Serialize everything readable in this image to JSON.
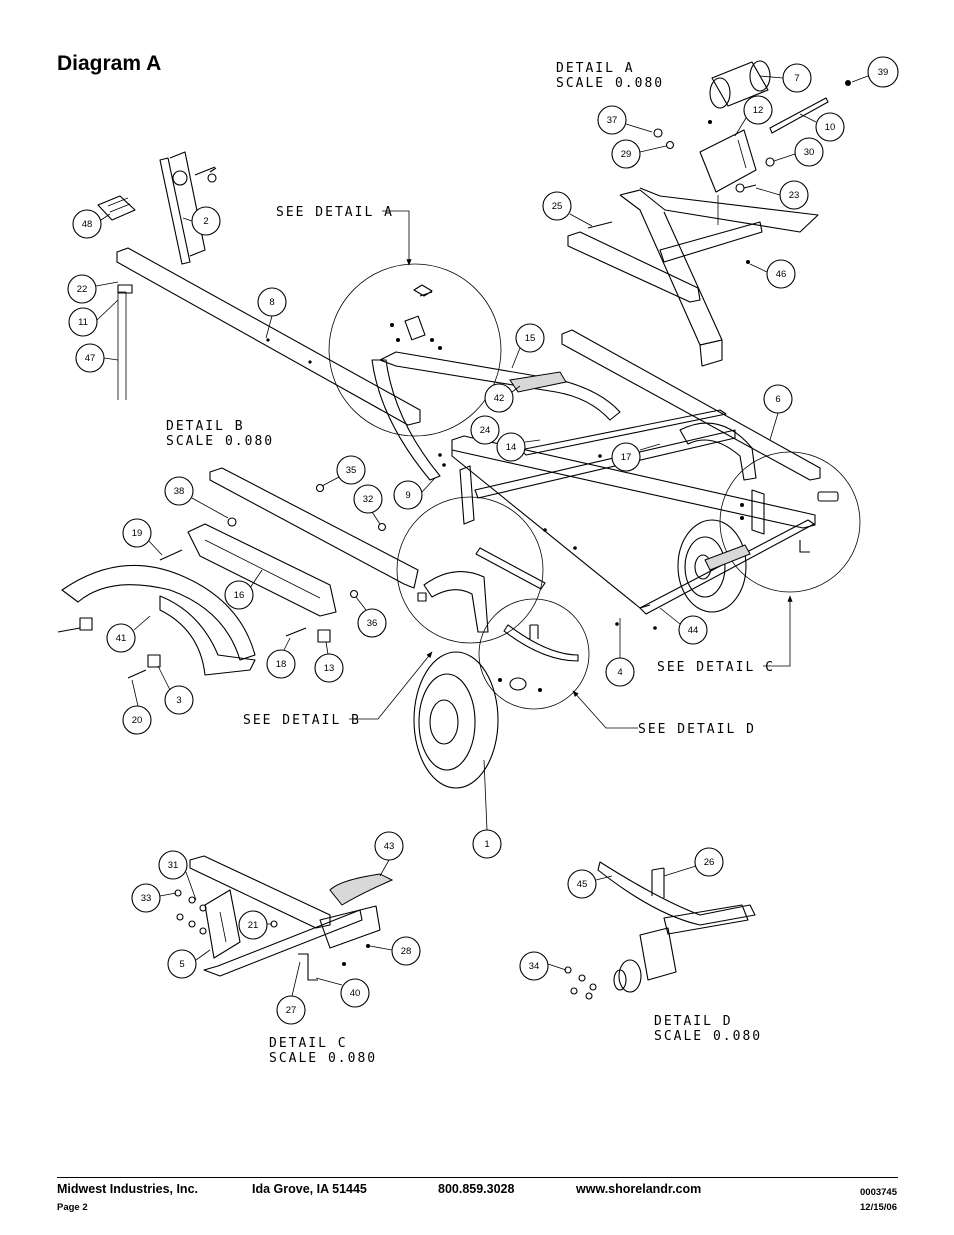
{
  "title": "Diagram A",
  "detail_labels": {
    "detail_a": [
      "DETAIL  A",
      "SCALE  0.080"
    ],
    "detail_b": [
      "DETAIL  B",
      "SCALE  0.080"
    ],
    "detail_c": [
      "DETAIL  C",
      "SCALE  0.080"
    ],
    "detail_d": [
      "DETAIL  D",
      "SCALE  0.080"
    ]
  },
  "see_labels": {
    "see_a": "SEE DETAIL  A",
    "see_b": "SEE DETAIL  B",
    "see_c": "SEE DETAIL  C",
    "see_d": "SEE DETAIL  D"
  },
  "callouts": [
    "39",
    "7",
    "37",
    "12",
    "10",
    "29",
    "30",
    "23",
    "25",
    "46",
    "2",
    "48",
    "22",
    "8",
    "11",
    "47",
    "15",
    "42",
    "24",
    "14",
    "17",
    "6",
    "35",
    "38",
    "32",
    "9",
    "19",
    "16",
    "36",
    "41",
    "44",
    "4",
    "18",
    "13",
    "3",
    "20",
    "1",
    "43",
    "31",
    "33",
    "21",
    "28",
    "5",
    "40",
    "27",
    "26",
    "45",
    "34"
  ],
  "footer": {
    "company": "Midwest Industries, Inc.",
    "city": "Ida Grove, IA  51445",
    "phone": "800.859.3028",
    "website": "www.shorelandr.com",
    "doc_number": "0003745",
    "page": "Page 2",
    "date": "12/15/06"
  }
}
